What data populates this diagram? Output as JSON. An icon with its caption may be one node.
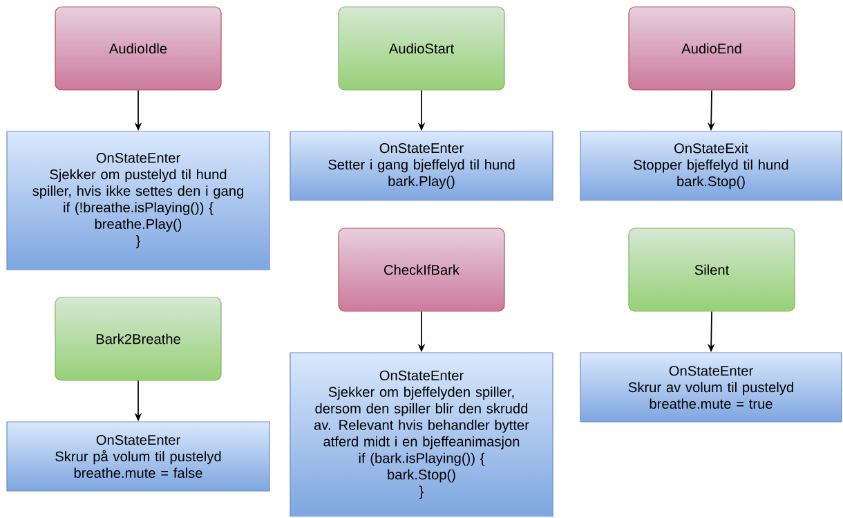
{
  "diagram": {
    "nodes": [
      {
        "text": [
          "AudioIdle"
        ]
      },
      {
        "text": [
          "AudioStart"
        ]
      },
      {
        "text": [
          "AudioEnd"
        ]
      },
      {
        "text": [
          "OnStateEnter",
          "Sjekker om pustelyd til hund spiller, hvis ikke settes den i gang",
          "if (!breathe.isPlaying()) {",
          "breathe.Play()",
          "}"
        ]
      },
      {
        "text": [
          "OnStateEnter",
          "Setter i gang bjeffelyd til hund",
          "bark.Play()"
        ]
      },
      {
        "text": [
          "OnStateExit",
          "Stopper bjeffelyd til hund",
          "bark.Stop()"
        ]
      },
      {
        "text": [
          "Bark2Breathe"
        ]
      },
      {
        "text": [
          "CheckIfBark"
        ]
      },
      {
        "text": [
          "Silent"
        ]
      },
      {
        "text": [
          "OnStateEnter",
          "Skrur på volum til pustelyd",
          "breathe.mute = false"
        ]
      },
      {
        "text": [
          "OnStateEnter",
          "Sjekker om bjeffelyden spiller, dersom den spiller blir den skrudd av. Relevant hvis behandler bytter atferd midt i en bjeffeanimasjon",
          "if (bark.isPlaying()) {",
          "bark.Stop()",
          "}"
        ]
      },
      {
        "text": [
          "OnStateEnter",
          "Skrur av volum til pustelyd",
          "breathe.mute = true"
        ]
      }
    ],
    "edges": [
      {
        "from": 0,
        "to": 3,
        "arrow": "to"
      },
      {
        "from": 1,
        "to": 4,
        "arrow": "to"
      },
      {
        "from": 2,
        "to": 5,
        "arrow": "to"
      },
      {
        "from": 6,
        "to": 9,
        "arrow": "to"
      },
      {
        "from": 7,
        "to": 10,
        "arrow": "to"
      },
      {
        "from": 8,
        "to": 11,
        "arrow": "to"
      }
    ]
  }
}
